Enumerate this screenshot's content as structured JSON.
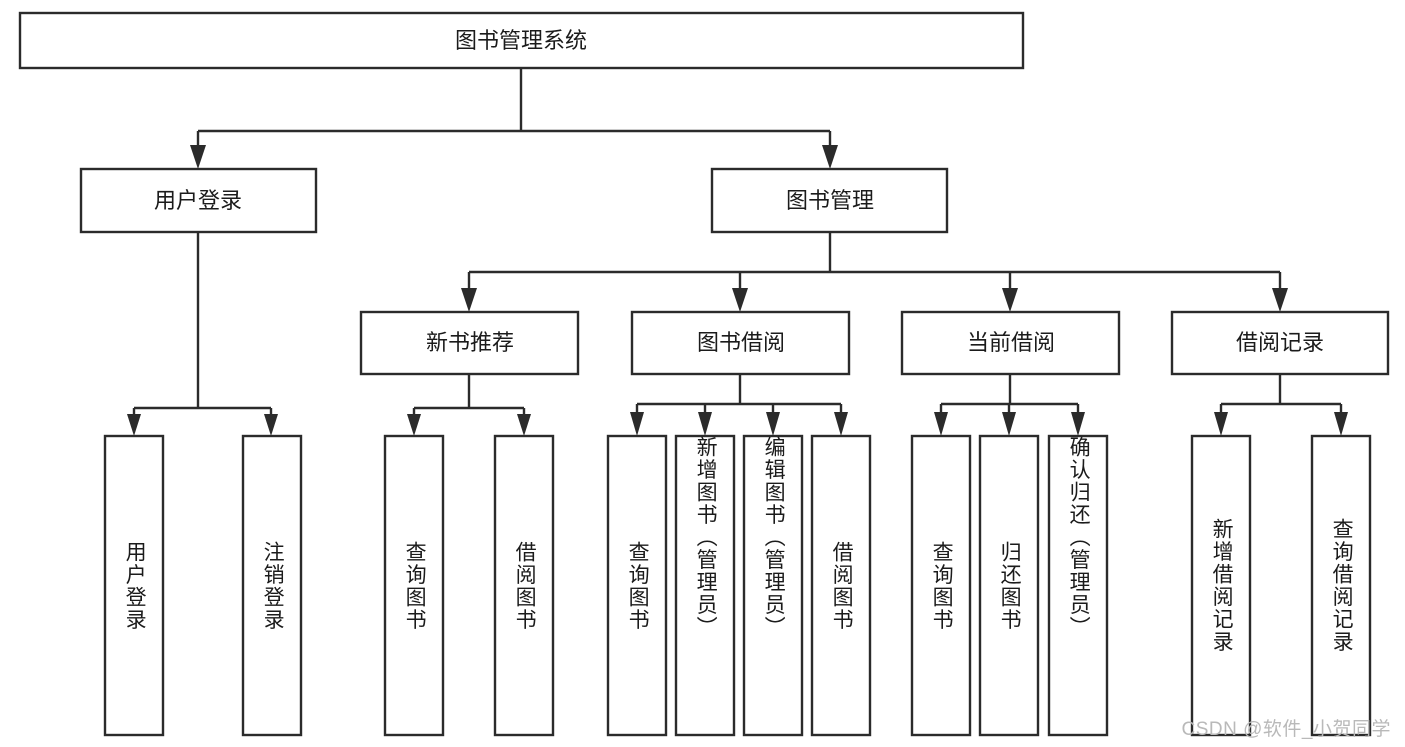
{
  "diagram": {
    "type": "tree-hierarchy-chart",
    "title": "图书管理系统",
    "root": {
      "label": "图书管理系统",
      "id": "root"
    },
    "level2": [
      {
        "id": "user-login",
        "label": "用户登录"
      },
      {
        "id": "book-management",
        "label": "图书管理"
      }
    ],
    "level3": [
      {
        "id": "new-book-recommend",
        "label": "新书推荐",
        "parent": "book-management"
      },
      {
        "id": "book-borrow",
        "label": "图书借阅",
        "parent": "book-management"
      },
      {
        "id": "current-borrow",
        "label": "当前借阅",
        "parent": "book-management"
      },
      {
        "id": "borrow-record",
        "label": "借阅记录",
        "parent": "book-management"
      }
    ],
    "leaves": [
      {
        "id": "leaf-user-login",
        "label": "用户登录",
        "parent": "user-login"
      },
      {
        "id": "leaf-logout-login",
        "label": "注销登录",
        "parent": "user-login"
      },
      {
        "id": "leaf-query-book-1",
        "label": "查询图书",
        "parent": "new-book-recommend"
      },
      {
        "id": "leaf-borrow-book-1",
        "label": "借阅图书",
        "parent": "new-book-recommend"
      },
      {
        "id": "leaf-query-book-2",
        "label": "查询图书",
        "parent": "book-borrow"
      },
      {
        "id": "leaf-add-book-admin",
        "label": "新增图书（管理员）",
        "parent": "book-borrow"
      },
      {
        "id": "leaf-edit-book-admin",
        "label": "编辑图书（管理员）",
        "parent": "book-borrow"
      },
      {
        "id": "leaf-borrow-book-2",
        "label": "借阅图书",
        "parent": "book-borrow"
      },
      {
        "id": "leaf-query-book-3",
        "label": "查询图书",
        "parent": "current-borrow"
      },
      {
        "id": "leaf-return-book",
        "label": "归还图书",
        "parent": "current-borrow"
      },
      {
        "id": "leaf-confirm-return-admin",
        "label": "确认归还（管理员）",
        "parent": "current-borrow"
      },
      {
        "id": "leaf-add-borrow-record",
        "label": "新增借阅记录",
        "parent": "borrow-record"
      },
      {
        "id": "leaf-query-borrow-record",
        "label": "查询借阅记录",
        "parent": "borrow-record"
      }
    ],
    "watermark": "CSDN @软件_小贺同学",
    "colors": {
      "background": "#ffffff",
      "stroke": "#2b2b2b",
      "text": "#1b1b1b",
      "watermark": "#b9b9b9"
    }
  }
}
